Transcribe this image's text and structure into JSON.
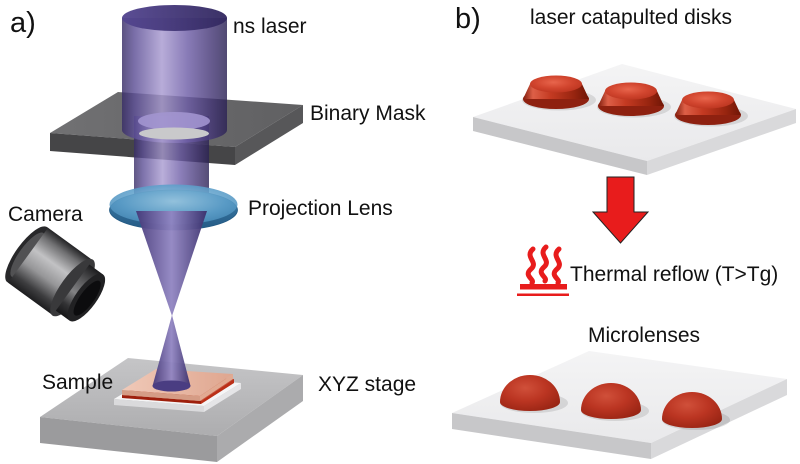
{
  "panel_a": {
    "label": "a)",
    "labels": {
      "laser": "ns laser",
      "mask": "Binary Mask",
      "lens": "Projection Lens",
      "camera": "Camera",
      "sample": "Sample",
      "stage": "XYZ stage"
    }
  },
  "panel_b": {
    "label": "b)",
    "title": "laser catapulted disks",
    "process_label": "Thermal reflow (T>Tg)",
    "result_label": "Microlenses",
    "icons": {
      "arrow": "down-arrow",
      "heat": "hot-surface-heat-waves"
    }
  },
  "colors": {
    "laser_beam_purple": "#6a5aa2",
    "lens_blue": "#5d9fca",
    "mask_gray": "#68686a",
    "stage_gray": "#b2b2b4",
    "substrate_white": "#efefef",
    "polymer_red": "#c0392b",
    "arrow_red": "#e81c1c",
    "sample_pink": "#e8b9a3",
    "text": "#111111",
    "background": "#ffffff"
  }
}
